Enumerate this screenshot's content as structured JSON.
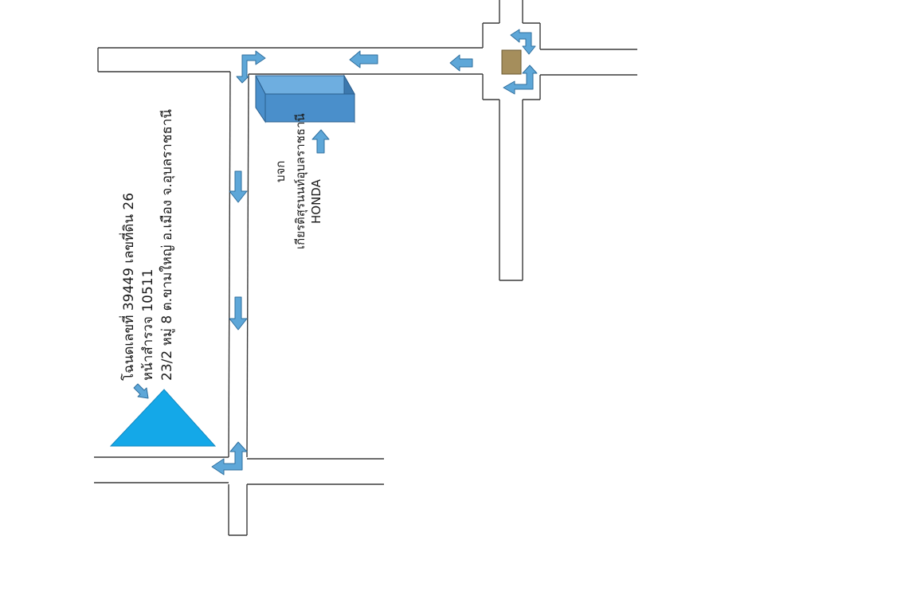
{
  "plot_label": {
    "line1": "โฉนดเลขที่ 39449 เลขที่ดิน 26",
    "line2": "หน้าสำรวจ 10511",
    "line3": "23/2 หมู่ 8 ต.ขามใหญ่ อ.เมือง จ.อุบลราชธานี"
  },
  "landmark_label": {
    "line1": "บจก",
    "line2": "เกียรติสุรนนท์อุบลราชธานี",
    "line3": "HONDA"
  },
  "colors": {
    "arrow": "#5ea7d8",
    "plot_marker": "#14a8e8",
    "building": "#4a8fcb",
    "signal": "#a58e5c"
  },
  "icons": [
    "direction-arrow-icon",
    "plot-marker-triangle",
    "building-icon",
    "traffic-signal-icon"
  ]
}
